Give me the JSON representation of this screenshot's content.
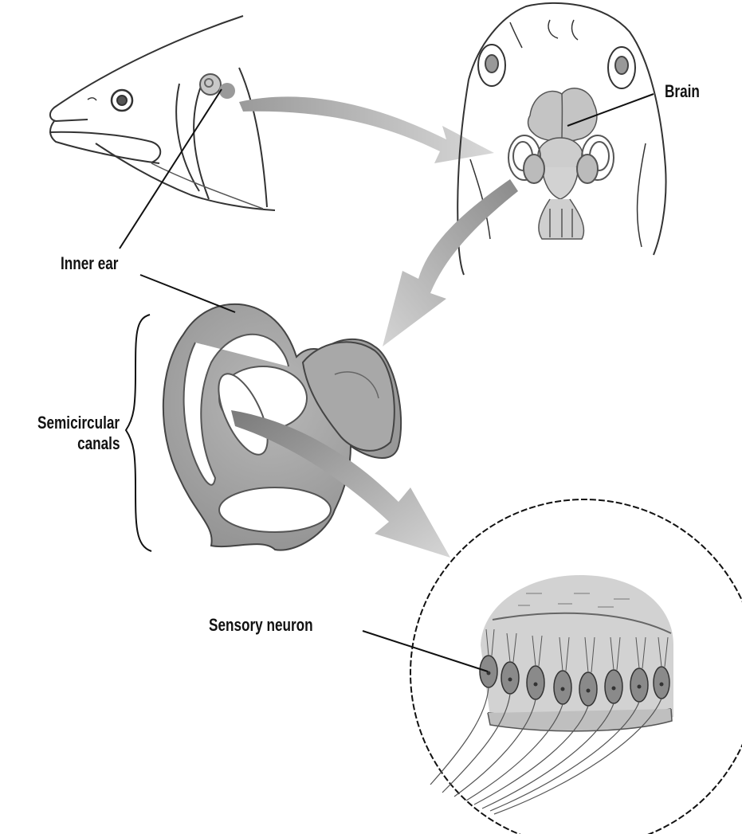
{
  "labels": {
    "brain": "Brain",
    "inner_ear": "Inner ear",
    "semicircular_line1": "Semicircular",
    "semicircular_line2": "canals",
    "sensory_neuron": "Sensory neuron"
  }
}
